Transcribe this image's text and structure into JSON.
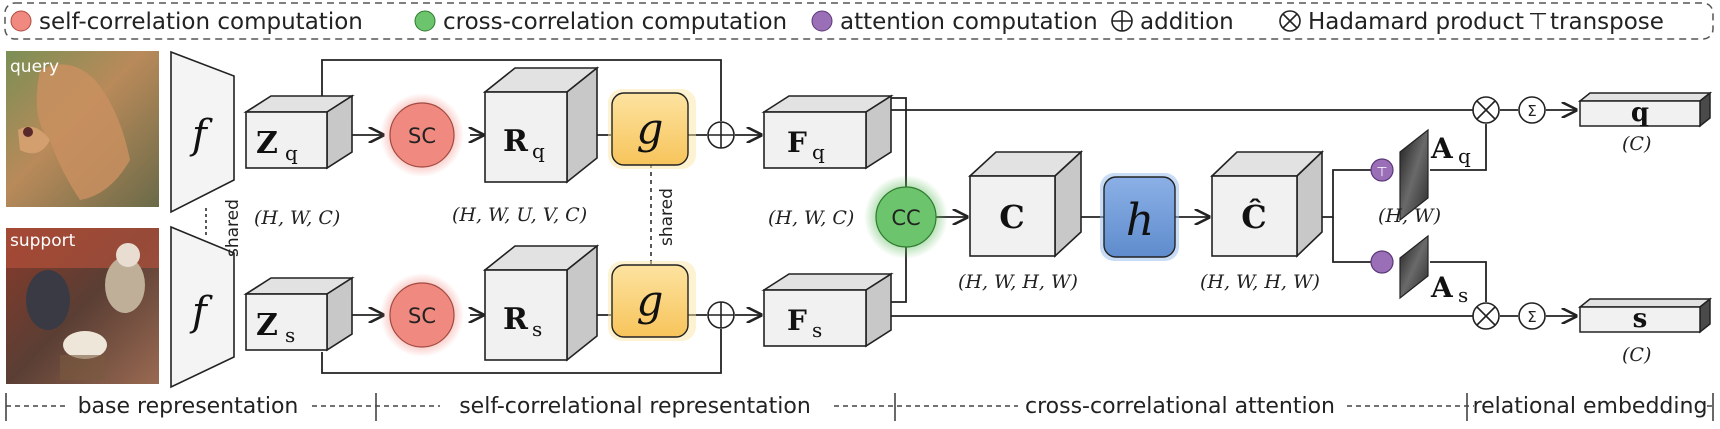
{
  "legend": {
    "self_corr": "self-correlation computation",
    "cross_corr": "cross-correlation computation",
    "attention": "attention computation",
    "addition": "addition",
    "hadamard": "Hadamard product",
    "transpose_symbol": "⊤",
    "transpose": "transpose"
  },
  "photos": {
    "query": "query",
    "support": "support"
  },
  "encoder": {
    "symbol": "f",
    "shared": "shared"
  },
  "nodes": {
    "sc": "SC",
    "cc": "CC",
    "g": "g",
    "h": "h",
    "sum": "Σ",
    "transpose": "⊤"
  },
  "tensors": {
    "zq_main": "Z",
    "zq_sub": "q",
    "zs_main": "Z",
    "zs_sub": "s",
    "rq_main": "R",
    "rq_sub": "q",
    "rs_main": "R",
    "rs_sub": "s",
    "fq_main": "F",
    "fq_sub": "q",
    "fs_main": "F",
    "fs_sub": "s",
    "c": "C",
    "chat": "Ĉ",
    "aq_main": "A",
    "aq_sub": "q",
    "as_main": "A",
    "as_sub": "s",
    "q": "q",
    "s": "s"
  },
  "dims": {
    "z": "(H, W, C)",
    "r": "(H, W, U, V, C)",
    "f": "(H, W, C)",
    "c": "(H, W, H, W)",
    "chat": "(H, W, H, W)",
    "a": "(H, W)",
    "q": "(C)",
    "s": "(C)"
  },
  "g_shared": "shared",
  "stages": [
    "base representation",
    "self-correlational representation",
    "cross-correlational attention",
    "relational embedding"
  ],
  "colors": {
    "sc": "#f08a80",
    "cc": "#6cc56c",
    "attention": "#9b6fb8",
    "g": "#fbd27a",
    "h": "#6f9ad6",
    "box_front": "#f1f1f1",
    "box_top": "#e2e2e2",
    "box_side": "#c8c8c8"
  }
}
